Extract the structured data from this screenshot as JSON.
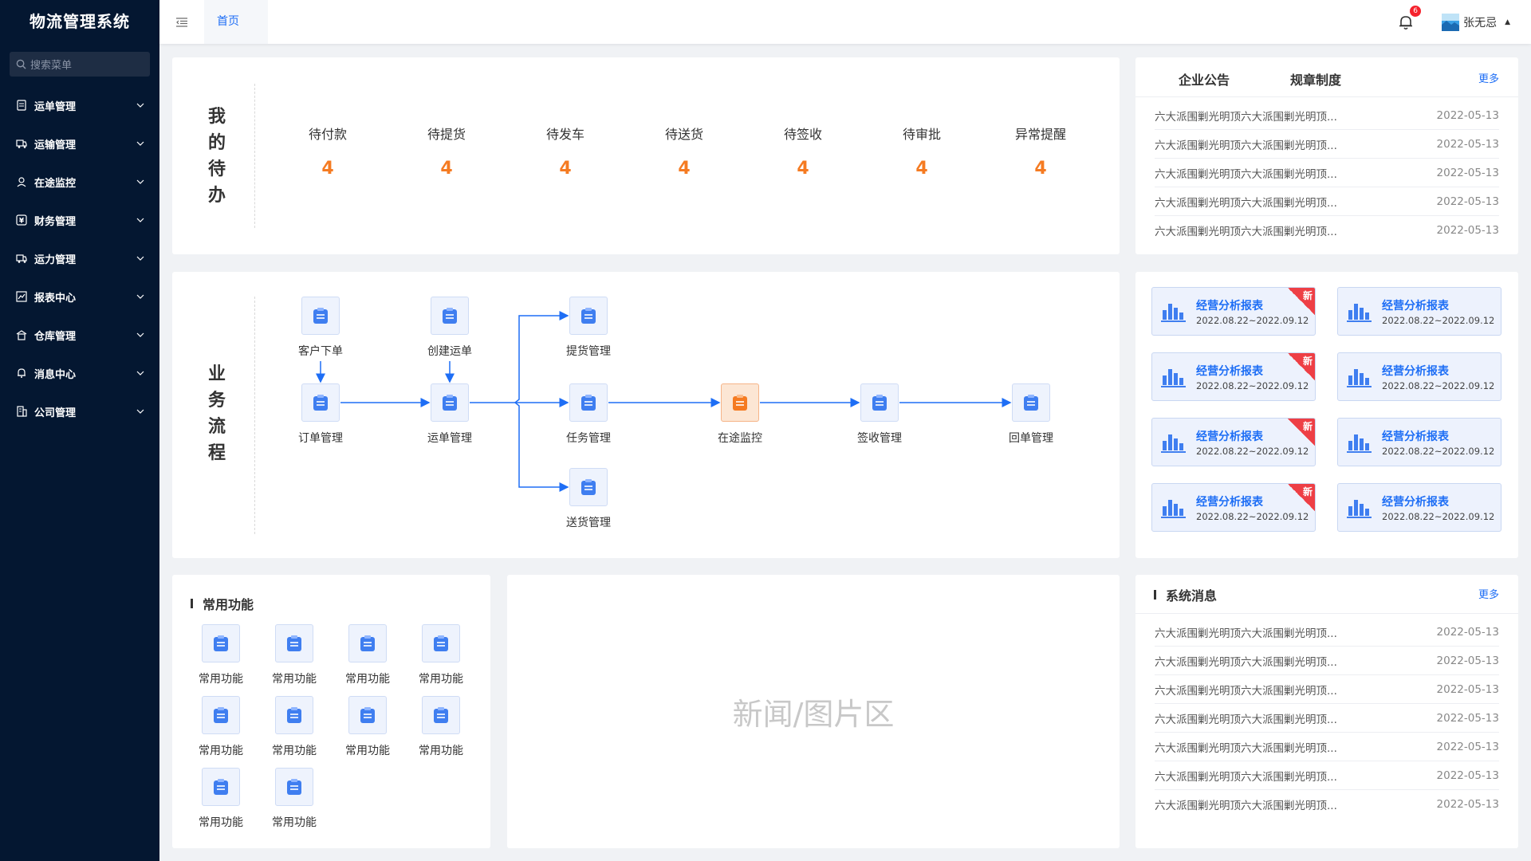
{
  "app": {
    "title": "物流管理系统"
  },
  "sidebar": {
    "search_placeholder": "搜索菜单",
    "items": [
      {
        "label": "运单管理",
        "icon": "waybill-icon"
      },
      {
        "label": "运输管理",
        "icon": "truck-icon"
      },
      {
        "label": "在途监控",
        "icon": "location-icon"
      },
      {
        "label": "财务管理",
        "icon": "finance-icon"
      },
      {
        "label": "运力管理",
        "icon": "truck-icon"
      },
      {
        "label": "报表中心",
        "icon": "report-icon"
      },
      {
        "label": "仓库管理",
        "icon": "warehouse-icon"
      },
      {
        "label": "消息中心",
        "icon": "bell-icon"
      },
      {
        "label": "公司管理",
        "icon": "building-icon"
      }
    ]
  },
  "header": {
    "tab_home": "首页",
    "notification_count": "6",
    "username": "张无忌",
    "caret": "▲"
  },
  "todo": {
    "title": "我的待办",
    "items": [
      {
        "label": "待付款",
        "count": "4"
      },
      {
        "label": "待提货",
        "count": "4"
      },
      {
        "label": "待发车",
        "count": "4"
      },
      {
        "label": "待送货",
        "count": "4"
      },
      {
        "label": "待签收",
        "count": "4"
      },
      {
        "label": "待审批",
        "count": "4"
      },
      {
        "label": "异常提醒",
        "count": "4"
      }
    ]
  },
  "process": {
    "title": "业务流程",
    "nodes": {
      "customer_order": "客户下单",
      "create_waybill": "创建运单",
      "pickup_mgmt": "提货管理",
      "order_mgmt": "订单管理",
      "waybill_mgmt": "运单管理",
      "task_mgmt": "任务管理",
      "transit_monitor": "在途监控",
      "sign_mgmt": "签收管理",
      "receipt_mgmt": "回单管理",
      "delivery_mgmt": "送货管理"
    }
  },
  "announcements": {
    "tabs": [
      "企业公告",
      "规章制度"
    ],
    "more": "更多",
    "rows": [
      {
        "title": "六大派围剿光明顶六大派围剿光明顶...",
        "date": "2022-05-13"
      },
      {
        "title": "六大派围剿光明顶六大派围剿光明顶...",
        "date": "2022-05-13"
      },
      {
        "title": "六大派围剿光明顶六大派围剿光明顶...",
        "date": "2022-05-13"
      },
      {
        "title": "六大派围剿光明顶六大派围剿光明顶...",
        "date": "2022-05-13"
      },
      {
        "title": "六大派围剿光明顶六大派围剿光明顶...",
        "date": "2022-05-13"
      }
    ]
  },
  "reports": {
    "new_tag": "新",
    "items": [
      {
        "title": "经营分析报表",
        "range": "2022.08.22~2022.09.12",
        "is_new": true
      },
      {
        "title": "经营分析报表",
        "range": "2022.08.22~2022.09.12",
        "is_new": false
      },
      {
        "title": "经营分析报表",
        "range": "2022.08.22~2022.09.12",
        "is_new": true
      },
      {
        "title": "经营分析报表",
        "range": "2022.08.22~2022.09.12",
        "is_new": false
      },
      {
        "title": "经营分析报表",
        "range": "2022.08.22~2022.09.12",
        "is_new": true
      },
      {
        "title": "经营分析报表",
        "range": "2022.08.22~2022.09.12",
        "is_new": false
      },
      {
        "title": "经营分析报表",
        "range": "2022.08.22~2022.09.12",
        "is_new": true
      },
      {
        "title": "经营分析报表",
        "range": "2022.08.22~2022.09.12",
        "is_new": false
      }
    ]
  },
  "common": {
    "title": "常用功能",
    "items": [
      "常用功能",
      "常用功能",
      "常用功能",
      "常用功能",
      "常用功能",
      "常用功能",
      "常用功能",
      "常用功能",
      "常用功能",
      "常用功能"
    ]
  },
  "news": {
    "placeholder": "新闻/图片区"
  },
  "system_messages": {
    "title": "系统消息",
    "more": "更多",
    "rows": [
      {
        "title": "六大派围剿光明顶六大派围剿光明顶...",
        "date": "2022-05-13"
      },
      {
        "title": "六大派围剿光明顶六大派围剿光明顶...",
        "date": "2022-05-13"
      },
      {
        "title": "六大派围剿光明顶六大派围剿光明顶...",
        "date": "2022-05-13"
      },
      {
        "title": "六大派围剿光明顶六大派围剿光明顶...",
        "date": "2022-05-13"
      },
      {
        "title": "六大派围剿光明顶六大派围剿光明顶...",
        "date": "2022-05-13"
      },
      {
        "title": "六大派围剿光明顶六大派围剿光明顶...",
        "date": "2022-05-13"
      },
      {
        "title": "六大派围剿光明顶六大派围剿光明顶...",
        "date": "2022-05-13"
      }
    ]
  },
  "colors": {
    "primary": "#1e6ef5",
    "accent_orange": "#f57b22",
    "sidebar_bg": "#041731",
    "new_badge": "#ee3f45"
  }
}
